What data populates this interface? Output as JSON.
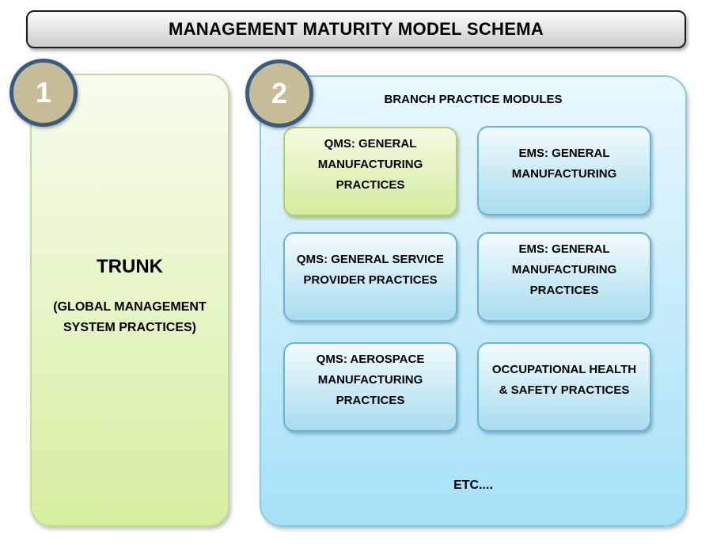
{
  "title": "MANAGEMENT MATURITY MODEL SCHEMA",
  "trunk": {
    "badge": "1",
    "heading": "TRUNK",
    "subheading": "(GLOBAL MANAGEMENT SYSTEM PRACTICES)"
  },
  "branch": {
    "badge": "2",
    "heading": "BRANCH PRACTICE MODULES",
    "modules": [
      {
        "label": "QMS: GENERAL MANUFACTURING PRACTICES",
        "variant": "green"
      },
      {
        "label": "EMS: GENERAL MANUFACTURING",
        "variant": "blue"
      },
      {
        "label": "QMS: GENERAL SERVICE PROVIDER PRACTICES",
        "variant": "blue"
      },
      {
        "label": "EMS: GENERAL MANUFACTURING PRACTICES",
        "variant": "blue"
      },
      {
        "label": "QMS: AEROSPACE MANUFACTURING PRACTICES",
        "variant": "blue"
      },
      {
        "label": "OCCUPATIONAL HEALTH & SAFETY PRACTICES",
        "variant": "blue"
      }
    ],
    "footer": "ETC...."
  },
  "colors": {
    "text": "#000000",
    "title_border": "#1b1b1b",
    "title_top": "#fbfbfb",
    "title_bottom": "#cccccc",
    "badge_fill": "#c6bc97",
    "badge_border": "#3a5a7e",
    "badge_text": "#ffffff",
    "trunk_border": "#c7d99b",
    "trunk_top": "#f7fcee",
    "trunk_bottom": "#d5efa0",
    "branch_border": "#8ccade",
    "branch_top": "#e9f8fe",
    "branch_bottom": "#a6e1f7",
    "module_blue_border": "#6ab3d1",
    "module_blue_top": "#f2fbfe",
    "module_blue_bottom": "#a8dcee",
    "module_green_border": "#b5cb76",
    "module_green_top": "#f4fae4",
    "module_green_bottom": "#d3ed9c"
  }
}
